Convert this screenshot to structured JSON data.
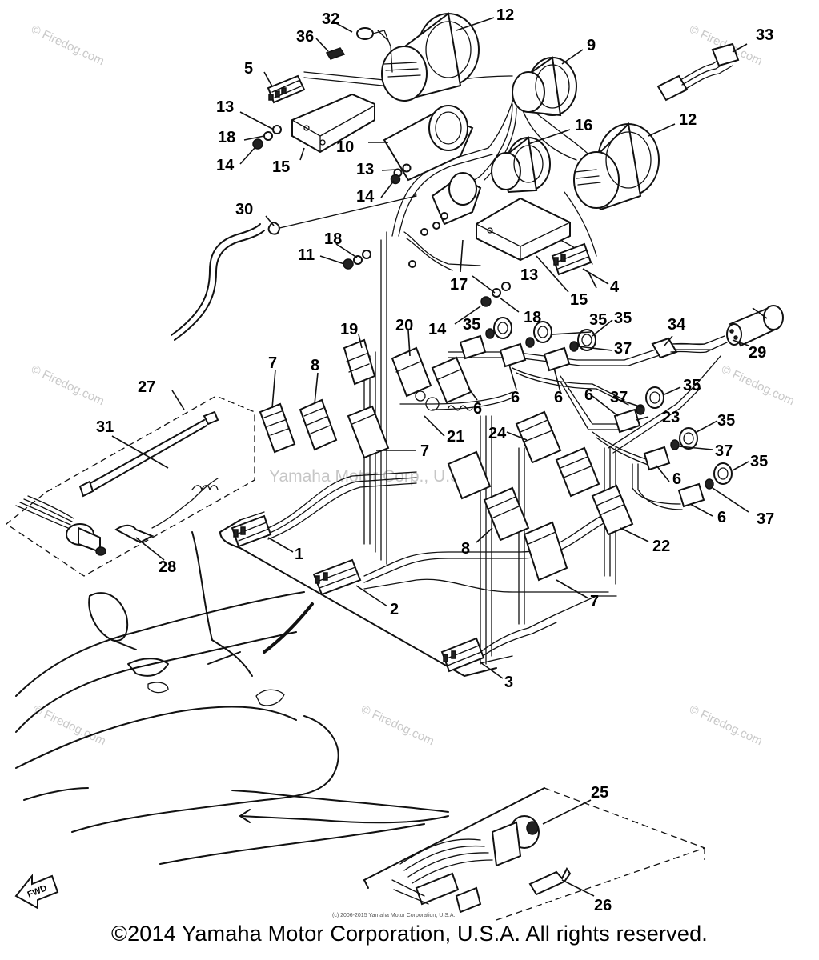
{
  "watermarks": {
    "site": "© Firedog.com",
    "center": "Yamaha Motor Corp., U.S.A.",
    "small_copyright": "(c) 2006-2015 Yamaha Motor Corporation, U.S.A."
  },
  "fwd_label": "FWD",
  "copyright": "©2014 Yamaha Motor Corporation, U.S.A. All rights reserved.",
  "callouts": {
    "c1": "1",
    "c2": "2",
    "c3": "3",
    "c4": "4",
    "c5": "5",
    "c6a": "6",
    "c6b": "6",
    "c6c": "6",
    "c6d": "6",
    "c6e": "6",
    "c6f": "6",
    "c7a": "7",
    "c7b": "7",
    "c7c": "7",
    "c8a": "8",
    "c8b": "8",
    "c9": "9",
    "c10": "10",
    "c11": "11",
    "c12a": "12",
    "c12b": "12",
    "c13a": "13",
    "c13b": "13",
    "c13c": "13",
    "c14a": "14",
    "c14b": "14",
    "c14c": "14",
    "c15a": "15",
    "c15b": "15",
    "c16": "16",
    "c17": "17",
    "c18a": "18",
    "c18b": "18",
    "c18c": "18",
    "c19": "19",
    "c20": "20",
    "c21": "21",
    "c22": "22",
    "c23": "23",
    "c24": "24",
    "c25": "25",
    "c26": "26",
    "c27": "27",
    "c28": "28",
    "c29": "29",
    "c30": "30",
    "c31": "31",
    "c32": "32",
    "c33": "33",
    "c34": "34",
    "c35a": "35",
    "c35b": "35",
    "c35c": "35",
    "c35d": "35",
    "c35e": "35",
    "c35f": "35",
    "c36": "36",
    "c37a": "37",
    "c37b": "37",
    "c37c": "37",
    "c37d": "37"
  }
}
